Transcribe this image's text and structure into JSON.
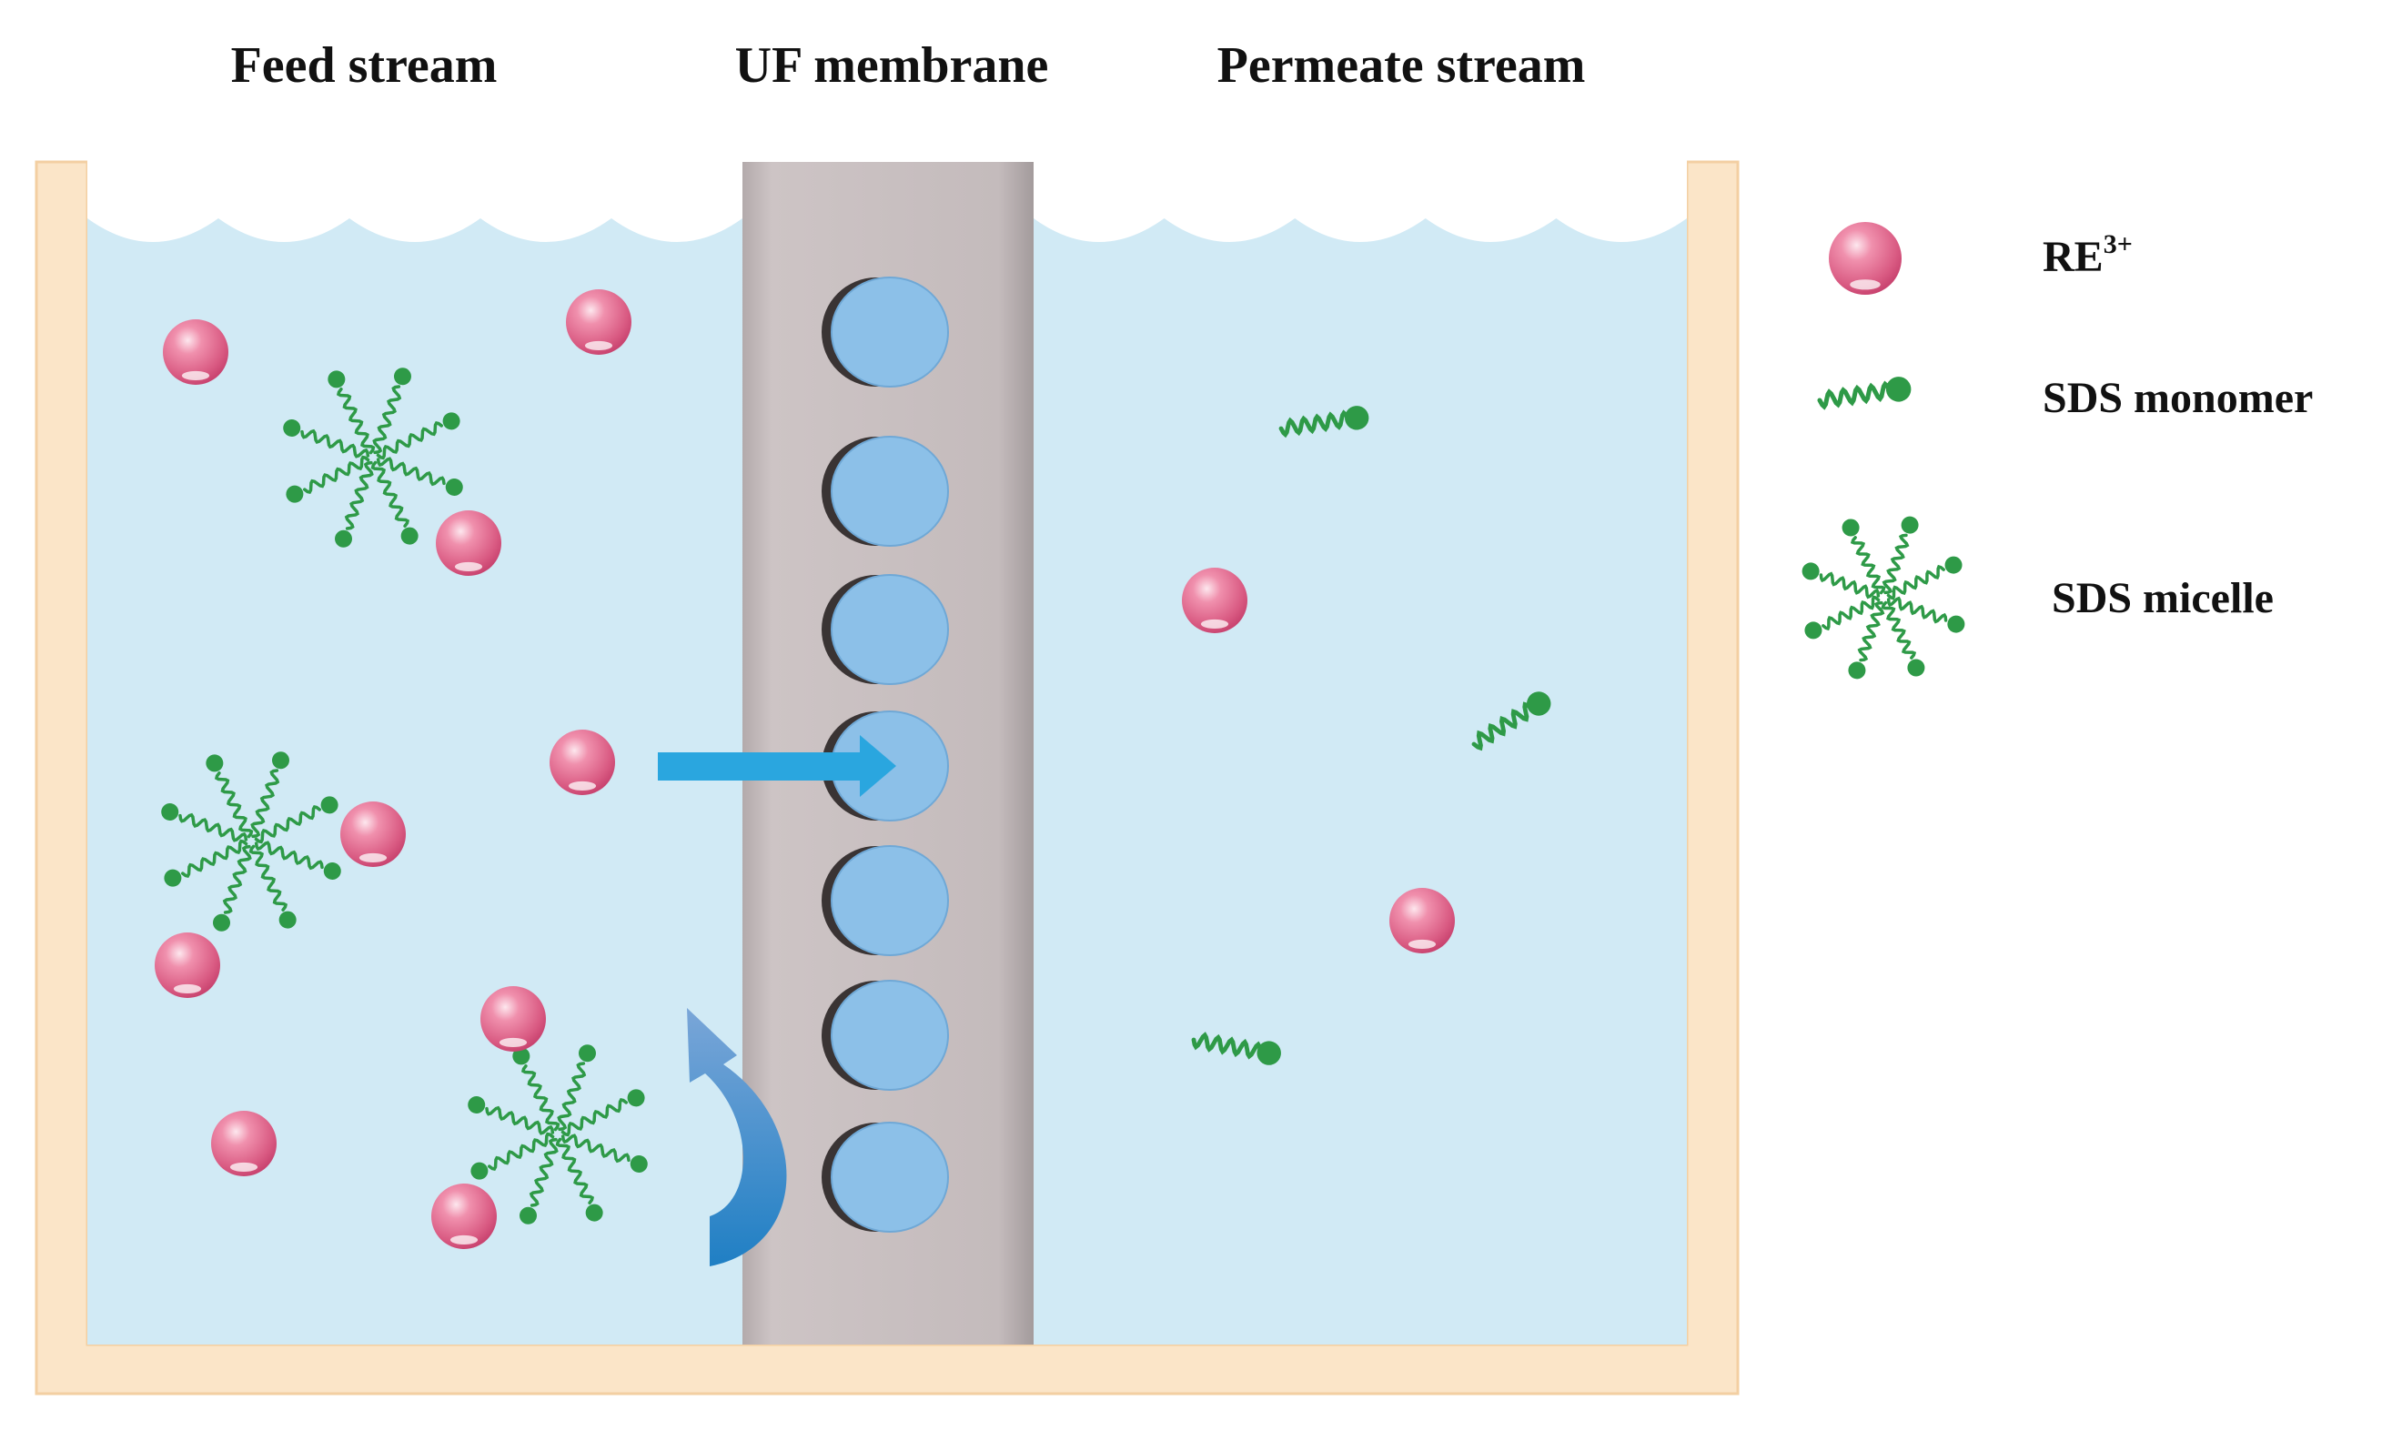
{
  "headings": {
    "feed": "Feed stream",
    "membrane": "UF membrane",
    "permeate": "Permeate stream"
  },
  "legend": {
    "ion_base": "RE",
    "ion_superscript": "3+",
    "monomer": "SDS monomer",
    "micelle": "SDS micelle"
  },
  "colors": {
    "tank_wall": "#fbe5c8",
    "tank_edge": "#f3cfa2",
    "water": "#d1eaf5",
    "membrane": "#c7bec0",
    "pore": "#8cc0e8",
    "pore_shadow": "#3a3434",
    "ion": "#e8799a",
    "surfactant": "#2e9a47",
    "flow_arrow": "#2aa6df",
    "reject_arrow": "#3f8fd0"
  },
  "icons": {
    "ion": "pink-sphere-icon",
    "monomer": "squiggle-tail-icon",
    "micelle": "starburst-micelle-icon",
    "pass": "right-arrow-icon",
    "reject": "curved-arrow-icon"
  }
}
